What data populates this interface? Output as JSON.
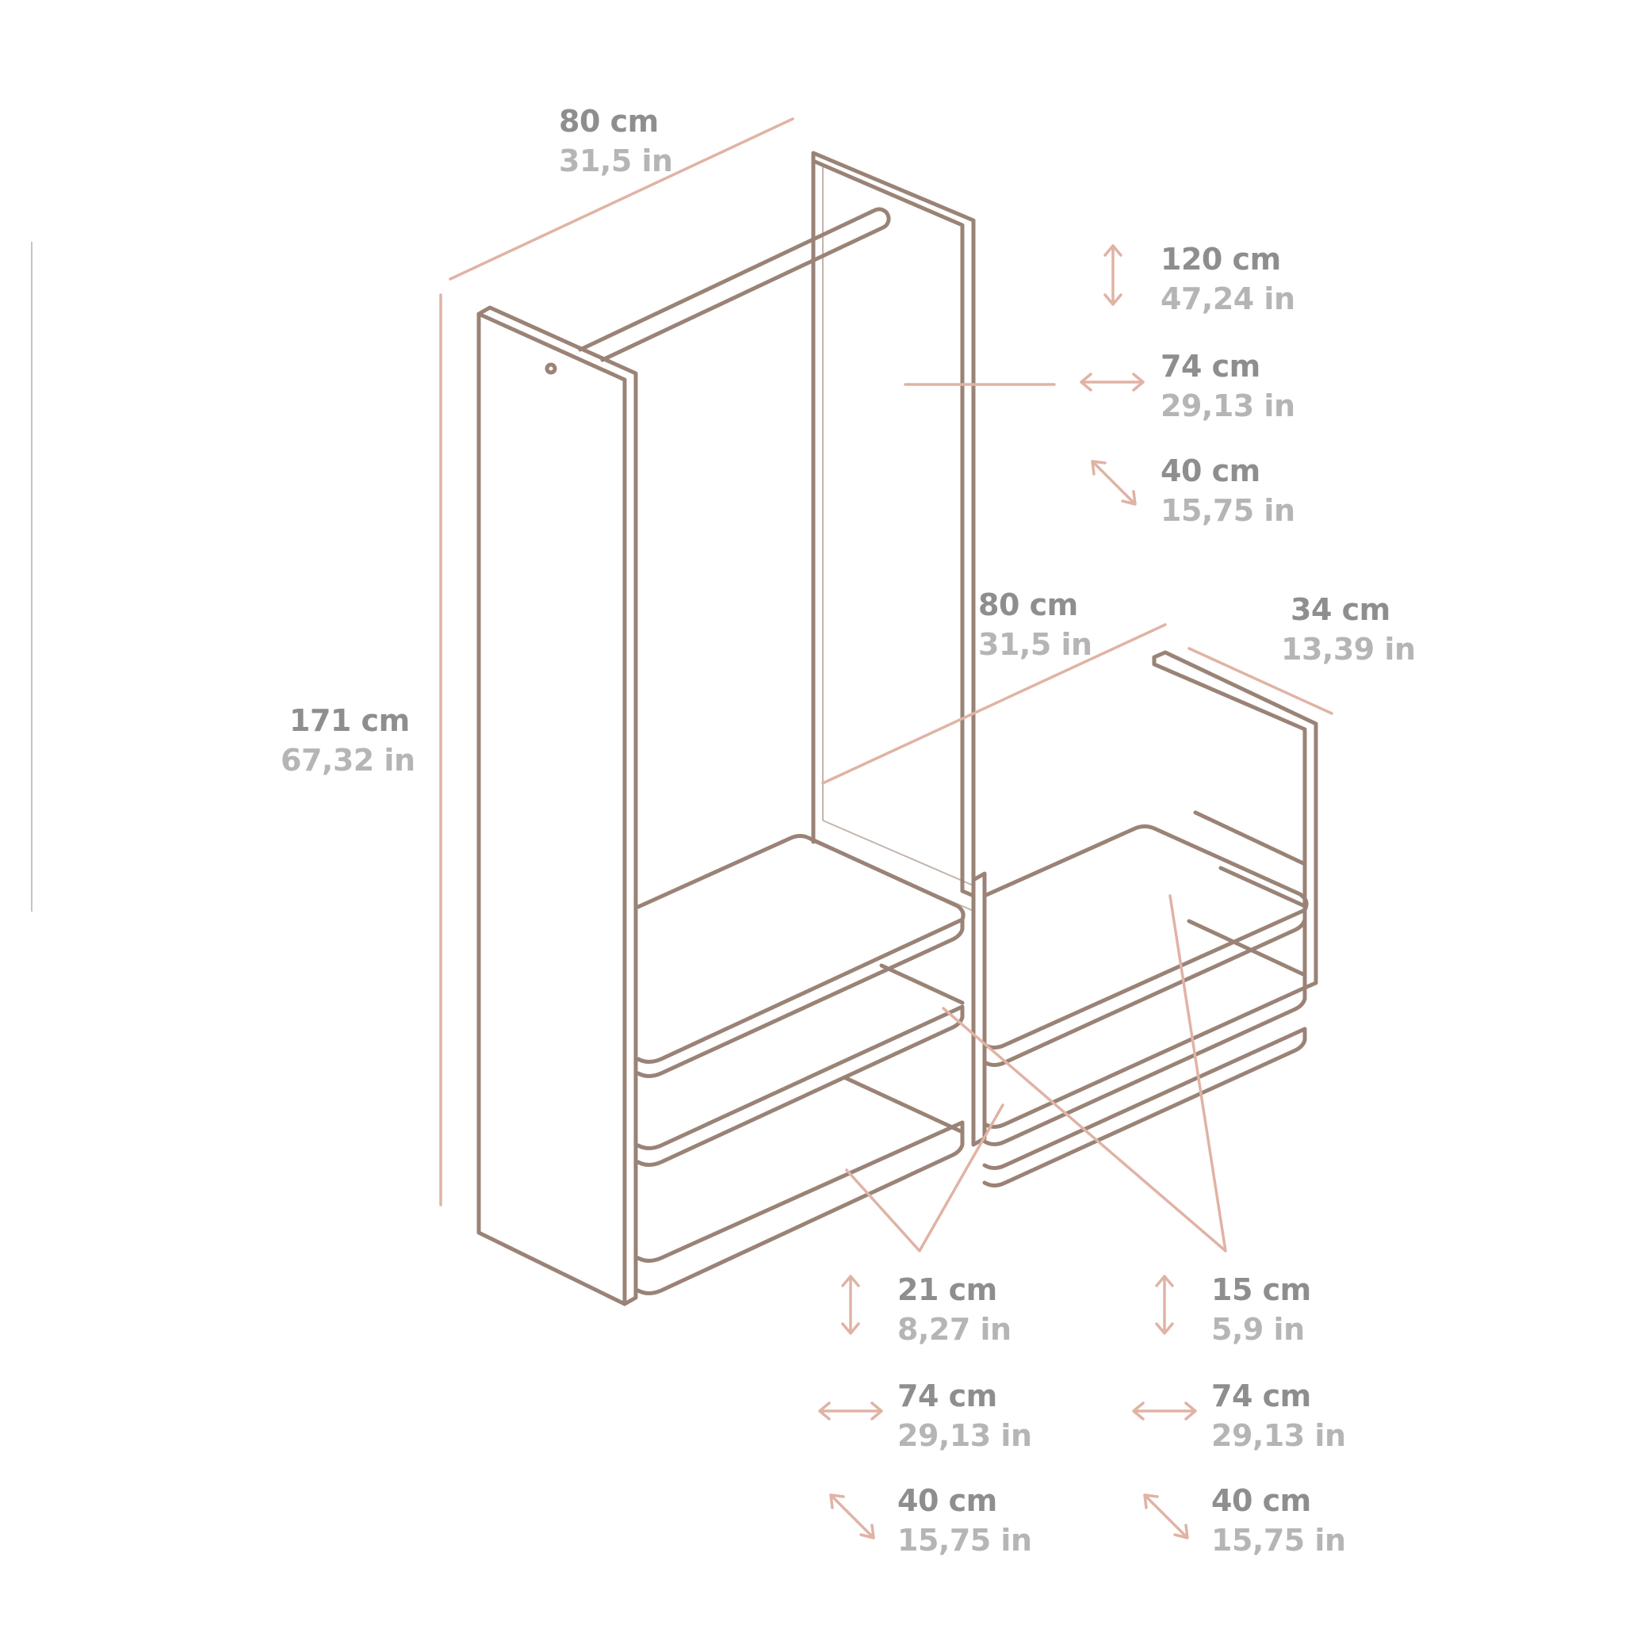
{
  "colors": {
    "furniture_stroke": "#9a8376",
    "dimension_stroke": "#e0b3a4",
    "metric_text": "#8e8e8e",
    "imperial_text": "#b5b5b5",
    "background": "#ffffff"
  },
  "overall": {
    "height": {
      "cm": "171 cm",
      "in": "67,32 in"
    },
    "tall_width": {
      "cm": "80 cm",
      "in": "31,5 in"
    },
    "bench_width": {
      "cm": "80 cm",
      "in": "31,5 in"
    },
    "bench_depth": {
      "cm": "34 cm",
      "in": "13,39 in"
    }
  },
  "hanging_space": {
    "height": {
      "cm": "120 cm",
      "in": "47,24 in"
    },
    "width": {
      "cm": "74 cm",
      "in": "29,13 in"
    },
    "depth": {
      "cm": "40 cm",
      "in": "15,75 in"
    }
  },
  "tall_unit_shelves": {
    "height": {
      "cm": "21 cm",
      "in": "8,27 in"
    },
    "width": {
      "cm": "74 cm",
      "in": "29,13 in"
    },
    "depth": {
      "cm": "40 cm",
      "in": "15,75 in"
    }
  },
  "bench_shelves": {
    "height": {
      "cm": "15 cm",
      "in": "5,9 in"
    },
    "width": {
      "cm": "74 cm",
      "in": "29,13 in"
    },
    "depth": {
      "cm": "40 cm",
      "in": "15,75 in"
    }
  },
  "icons": {
    "vertical": "vertical-double-arrow-icon",
    "horizontal": "horizontal-double-arrow-icon",
    "diagonal": "diagonal-double-arrow-icon"
  }
}
